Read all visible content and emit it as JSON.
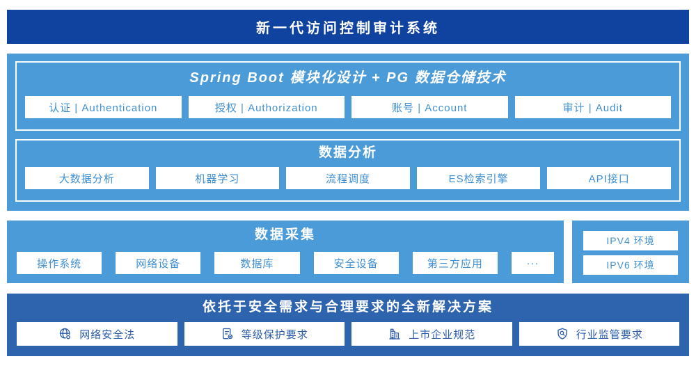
{
  "banner": {
    "title": "新一代访问控制审计系统"
  },
  "architecture": {
    "modules_panel": {
      "title": "Spring Boot 模块化设计 + PG 数据仓储技术",
      "items": [
        "认证 | Authentication",
        "授权 | Authorization",
        "账号 | Account",
        "审计 | Audit"
      ]
    },
    "analysis_panel": {
      "title": "数据分析",
      "items": [
        "大数据分析",
        "机器学习",
        "流程调度",
        "ES检索引擎",
        "API接口"
      ]
    }
  },
  "collection": {
    "title": "数据采集",
    "items": [
      "操作系统",
      "网络设备",
      "数据库",
      "安全设备",
      "第三方应用",
      "···"
    ]
  },
  "network": {
    "items": [
      "IPV4 环境",
      "IPV6 环境"
    ]
  },
  "solution": {
    "title": "依托于安全需求与合理要求的全新解决方案",
    "items": [
      {
        "icon": "globe-icon",
        "label": "网络安全法"
      },
      {
        "icon": "document-check-icon",
        "label": "等级保护要求"
      },
      {
        "icon": "building-icon",
        "label": "上市企业规范"
      },
      {
        "icon": "shield-search-icon",
        "label": "行业监管要求"
      }
    ]
  },
  "colors": {
    "banner_blue": "#10439F",
    "sky_blue": "#4A9BD7",
    "solution_blue": "#2E63AE",
    "box_text_blue": "#3F8FD2",
    "solution_text_blue": "#2A5CA8"
  }
}
